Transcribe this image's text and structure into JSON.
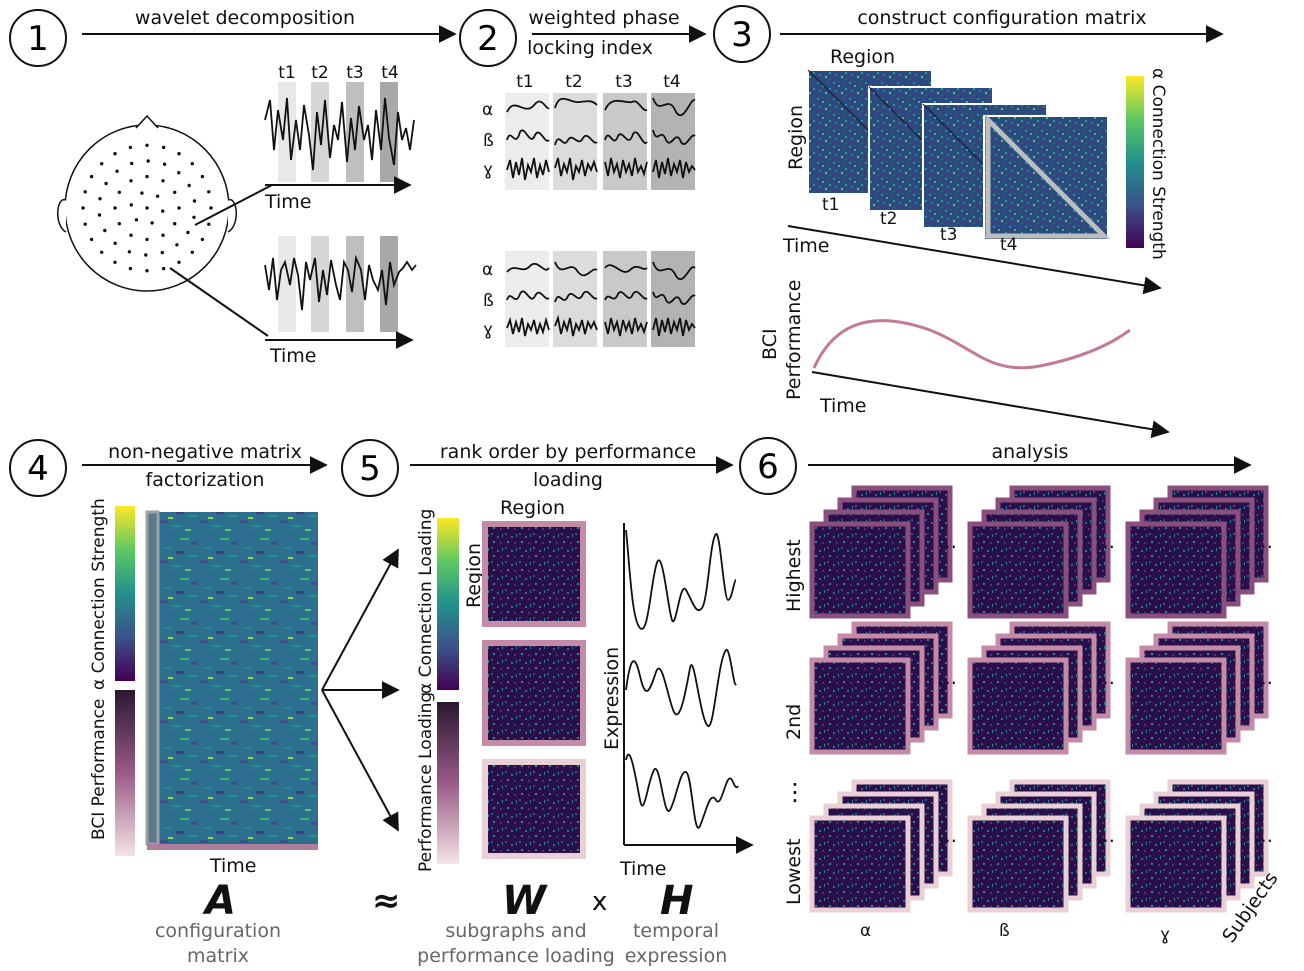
{
  "steps": [
    {
      "num": "1",
      "label_lines": [
        "wavelet decomposition"
      ]
    },
    {
      "num": "2",
      "label_lines": [
        "weighted phase",
        "locking index"
      ]
    },
    {
      "num": "3",
      "label_lines": [
        "construct configuration matrix"
      ]
    },
    {
      "num": "4",
      "label_lines": [
        "non-negative matrix",
        "factorization"
      ]
    },
    {
      "num": "5",
      "label_lines": [
        "rank order by performance",
        "loading"
      ]
    },
    {
      "num": "6",
      "label_lines": [
        "analysis"
      ]
    }
  ],
  "panel1": {
    "time_windows": [
      "t1",
      "t2",
      "t3",
      "t4"
    ],
    "time_label": "Time"
  },
  "panel2": {
    "time_windows": [
      "t1",
      "t2",
      "t3",
      "t4"
    ],
    "bands": [
      "α",
      "ß",
      "ɣ"
    ]
  },
  "panel3": {
    "region_label": "Region",
    "time_windows": [
      "t1",
      "t2",
      "t3",
      "t4"
    ],
    "time_label": "Time",
    "colorbar_label": "α Connection Strength",
    "perf_label_lines": [
      "BCI",
      "Performance"
    ]
  },
  "panel4": {
    "colorbar_top": "α Connection Strength",
    "colorbar_bottom": "BCI Performance",
    "time_label": "Time",
    "letter": "A",
    "caption_lines": [
      "configuration",
      "matrix"
    ]
  },
  "approx_symbol": "≈",
  "panel5": {
    "region_label": "Region",
    "region_side": "Region",
    "colorbar_top": "α Connection Loading",
    "colorbar_bottom": "Performance Loading",
    "expression_label": "Expression",
    "time_label": "Time",
    "letter_w": "W",
    "times": "x",
    "letter_h": "H",
    "caption_w": [
      "subgraphs and",
      "performance loading"
    ],
    "caption_h": [
      "temporal",
      "expression"
    ]
  },
  "panel6": {
    "rows": [
      "Highest",
      "2nd",
      "Lowest"
    ],
    "cols": [
      "α",
      "ß",
      "ɣ"
    ],
    "subjects_label": "Subjects",
    "ellipsis": "…",
    "vdots": "⋮"
  },
  "colors": {
    "frame_purple": "#8b4f7e",
    "frame_pink": "#c58aa6",
    "frame_light": "#ead0d4",
    "perf_curve": "#c27a96",
    "viridis_low": "#440154",
    "viridis_high": "#fde725"
  }
}
